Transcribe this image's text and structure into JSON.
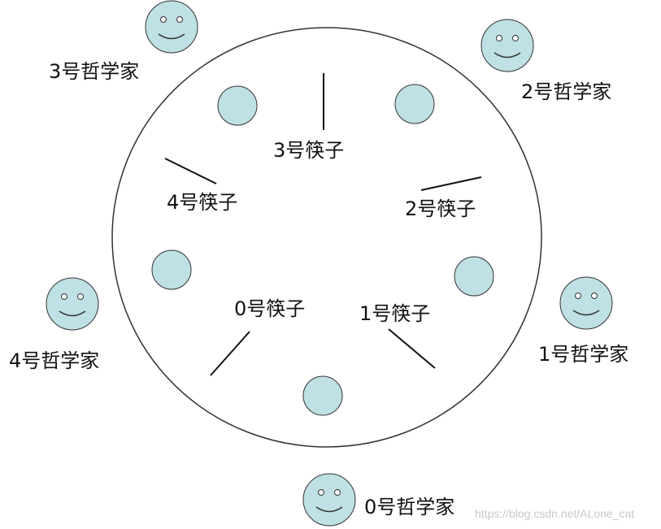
{
  "philosophers": [
    {
      "label": "0号哲学家"
    },
    {
      "label": "1号哲学家"
    },
    {
      "label": "2号哲学家"
    },
    {
      "label": "3号哲学家"
    },
    {
      "label": "4号哲学家"
    }
  ],
  "chopsticks": [
    {
      "label": "0号筷子"
    },
    {
      "label": "1号筷子"
    },
    {
      "label": "2号筷子"
    },
    {
      "label": "3号筷子"
    },
    {
      "label": "4号筷子"
    }
  ],
  "watermark": "https://blog.csdn.net/ALone_cat",
  "colors": {
    "plate_fill": "#bfe0e4",
    "face_fill": "#bfe0e4",
    "outline": "#333333",
    "table_outline": "#333333"
  }
}
